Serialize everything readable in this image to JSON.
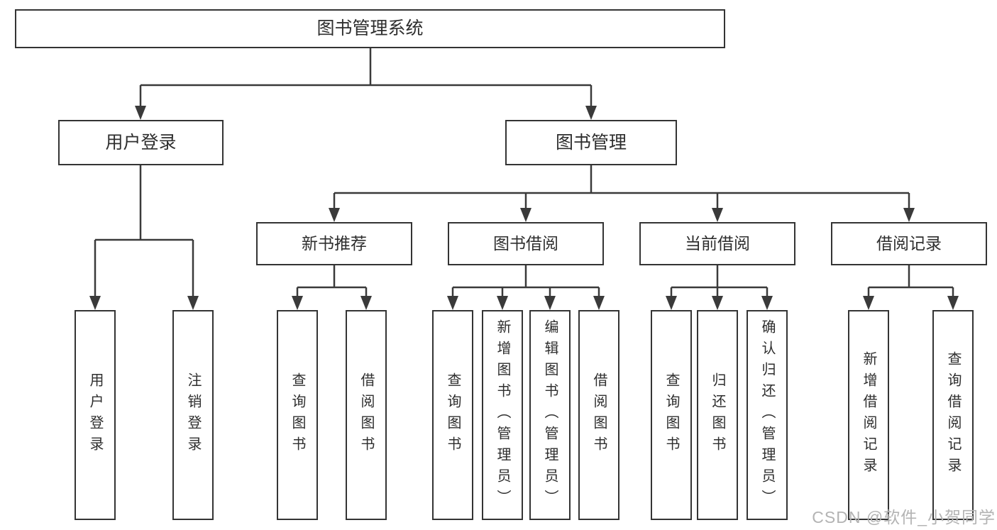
{
  "diagram": {
    "root": {
      "label": "图书管理系统",
      "children": [
        {
          "label": "用户登录",
          "children": [
            {
              "label": "用户登录"
            },
            {
              "label": "注销登录"
            }
          ]
        },
        {
          "label": "图书管理",
          "children": [
            {
              "label": "新书推荐",
              "children": [
                {
                  "label": "查询图书"
                },
                {
                  "label": "借阅图书"
                }
              ]
            },
            {
              "label": "图书借阅",
              "children": [
                {
                  "label": "查询图书"
                },
                {
                  "label": "新增图书（管理员）"
                },
                {
                  "label": "编辑图书（管理员）"
                },
                {
                  "label": "借阅图书"
                }
              ]
            },
            {
              "label": "当前借阅",
              "children": [
                {
                  "label": "查询图书"
                },
                {
                  "label": "归还图书"
                },
                {
                  "label": "确认归还（管理员）"
                }
              ]
            },
            {
              "label": "借阅记录",
              "children": [
                {
                  "label": "新增借阅记录"
                },
                {
                  "label": "查询借阅记录"
                }
              ]
            }
          ]
        }
      ]
    },
    "colors": {
      "line": "#3a3a3a",
      "box_border": "#343434",
      "box_background": "#ffffff",
      "text": "#2e2e2e",
      "watermark": "#b3b3b3"
    }
  },
  "watermark": {
    "text": "CSDN @软件_小贺同学"
  }
}
